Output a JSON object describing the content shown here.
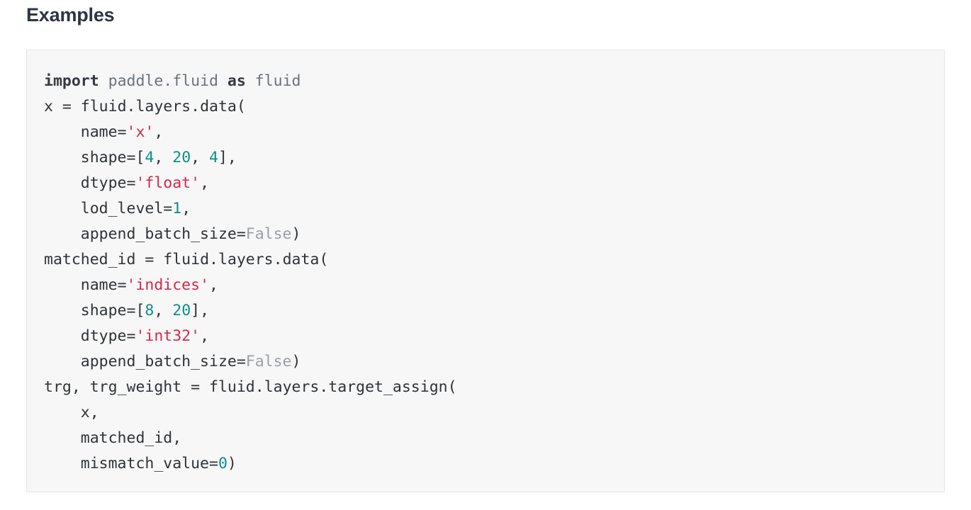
{
  "heading": {
    "text": "Examples"
  },
  "colors": {
    "page_background": "#ffffff",
    "heading": "#2d3542",
    "code_background": "#f7f7f7",
    "code_border": "#e3e6e8",
    "code_default": "#2f3337",
    "keyword": "#343a40",
    "module": "#6a737d",
    "string": "#d7284a",
    "number": "#0d8f8a",
    "constant": "#9ba0a6"
  },
  "code_block": {
    "language": "python",
    "raw": "import paddle.fluid as fluid\nx = fluid.layers.data(\n    name='x',\n    shape=[4, 20, 4],\n    dtype='float',\n    lod_level=1,\n    append_batch_size=False)\nmatched_id = fluid.layers.data(\n    name='indices',\n    shape=[8, 20],\n    dtype='int32',\n    append_batch_size=False)\ntrg, trg_weight = fluid.layers.target_assign(\n    x,\n    matched_id,\n    mismatch_value=0)",
    "lines": [
      {
        "n": 1,
        "tokens": [
          {
            "t": "kw",
            "v": "import"
          },
          {
            "t": "plain",
            "v": " "
          },
          {
            "t": "mod",
            "v": "paddle.fluid"
          },
          {
            "t": "plain",
            "v": " "
          },
          {
            "t": "kw",
            "v": "as"
          },
          {
            "t": "plain",
            "v": " "
          },
          {
            "t": "mod",
            "v": "fluid"
          }
        ]
      },
      {
        "n": 2,
        "tokens": [
          {
            "t": "name",
            "v": "x"
          },
          {
            "t": "op",
            "v": " = "
          },
          {
            "t": "name",
            "v": "fluid.layers.data"
          },
          {
            "t": "punc",
            "v": "("
          }
        ]
      },
      {
        "n": 3,
        "tokens": [
          {
            "t": "name",
            "v": "    name"
          },
          {
            "t": "op",
            "v": "="
          },
          {
            "t": "str",
            "v": "'x'"
          },
          {
            "t": "punc",
            "v": ","
          }
        ]
      },
      {
        "n": 4,
        "tokens": [
          {
            "t": "name",
            "v": "    shape"
          },
          {
            "t": "op",
            "v": "="
          },
          {
            "t": "punc",
            "v": "["
          },
          {
            "t": "num",
            "v": "4"
          },
          {
            "t": "punc",
            "v": ", "
          },
          {
            "t": "num",
            "v": "20"
          },
          {
            "t": "punc",
            "v": ", "
          },
          {
            "t": "num",
            "v": "4"
          },
          {
            "t": "punc",
            "v": "],"
          }
        ]
      },
      {
        "n": 5,
        "tokens": [
          {
            "t": "name",
            "v": "    dtype"
          },
          {
            "t": "op",
            "v": "="
          },
          {
            "t": "str",
            "v": "'float'"
          },
          {
            "t": "punc",
            "v": ","
          }
        ]
      },
      {
        "n": 6,
        "tokens": [
          {
            "t": "name",
            "v": "    lod_level"
          },
          {
            "t": "op",
            "v": "="
          },
          {
            "t": "num",
            "v": "1"
          },
          {
            "t": "punc",
            "v": ","
          }
        ]
      },
      {
        "n": 7,
        "tokens": [
          {
            "t": "name",
            "v": "    append_batch_size"
          },
          {
            "t": "op",
            "v": "="
          },
          {
            "t": "const",
            "v": "False"
          },
          {
            "t": "punc",
            "v": ")"
          }
        ]
      },
      {
        "n": 8,
        "tokens": [
          {
            "t": "name",
            "v": "matched_id"
          },
          {
            "t": "op",
            "v": " = "
          },
          {
            "t": "name",
            "v": "fluid.layers.data"
          },
          {
            "t": "punc",
            "v": "("
          }
        ]
      },
      {
        "n": 9,
        "tokens": [
          {
            "t": "name",
            "v": "    name"
          },
          {
            "t": "op",
            "v": "="
          },
          {
            "t": "str",
            "v": "'indices'"
          },
          {
            "t": "punc",
            "v": ","
          }
        ]
      },
      {
        "n": 10,
        "tokens": [
          {
            "t": "name",
            "v": "    shape"
          },
          {
            "t": "op",
            "v": "="
          },
          {
            "t": "punc",
            "v": "["
          },
          {
            "t": "num",
            "v": "8"
          },
          {
            "t": "punc",
            "v": ", "
          },
          {
            "t": "num",
            "v": "20"
          },
          {
            "t": "punc",
            "v": "],"
          }
        ]
      },
      {
        "n": 11,
        "tokens": [
          {
            "t": "name",
            "v": "    dtype"
          },
          {
            "t": "op",
            "v": "="
          },
          {
            "t": "str",
            "v": "'int32'"
          },
          {
            "t": "punc",
            "v": ","
          }
        ]
      },
      {
        "n": 12,
        "tokens": [
          {
            "t": "name",
            "v": "    append_batch_size"
          },
          {
            "t": "op",
            "v": "="
          },
          {
            "t": "const",
            "v": "False"
          },
          {
            "t": "punc",
            "v": ")"
          }
        ]
      },
      {
        "n": 13,
        "tokens": [
          {
            "t": "name",
            "v": "trg"
          },
          {
            "t": "punc",
            "v": ", "
          },
          {
            "t": "name",
            "v": "trg_weight"
          },
          {
            "t": "op",
            "v": " = "
          },
          {
            "t": "name",
            "v": "fluid.layers.target_assign"
          },
          {
            "t": "punc",
            "v": "("
          }
        ]
      },
      {
        "n": 14,
        "tokens": [
          {
            "t": "name",
            "v": "    x"
          },
          {
            "t": "punc",
            "v": ","
          }
        ]
      },
      {
        "n": 15,
        "tokens": [
          {
            "t": "name",
            "v": "    matched_id"
          },
          {
            "t": "punc",
            "v": ","
          }
        ]
      },
      {
        "n": 16,
        "tokens": [
          {
            "t": "name",
            "v": "    mismatch_value"
          },
          {
            "t": "op",
            "v": "="
          },
          {
            "t": "num",
            "v": "0"
          },
          {
            "t": "punc",
            "v": ")"
          }
        ]
      }
    ]
  }
}
